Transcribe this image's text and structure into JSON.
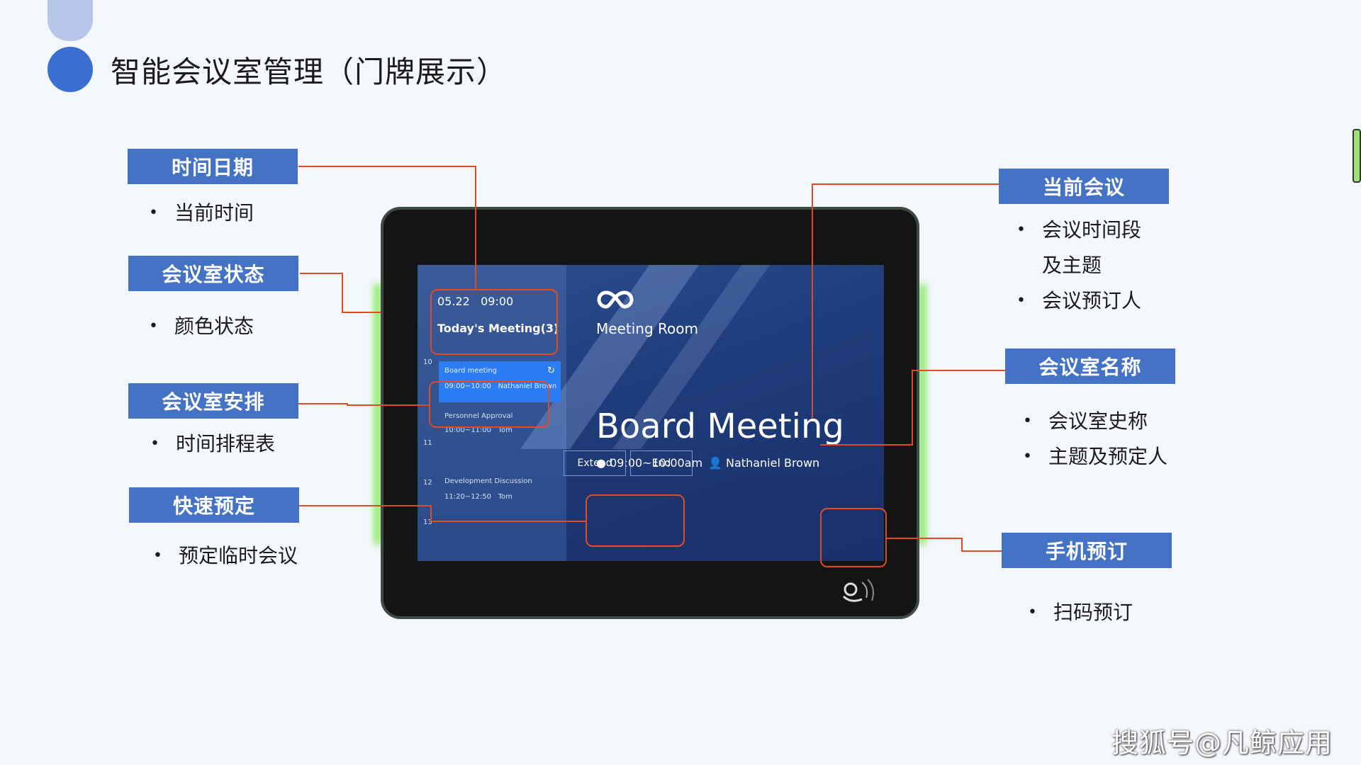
{
  "page": {
    "title": "智能会议室管理（门牌展示）",
    "watermark": "搜狐号@凡鲸应用"
  },
  "left_features": [
    {
      "label": "时间日期",
      "items": [
        "当前时间"
      ]
    },
    {
      "label": "会议室状态",
      "items": [
        "颜色状态"
      ]
    },
    {
      "label": "会议室安排",
      "items": [
        "时间排程表"
      ]
    },
    {
      "label": "快速预定",
      "items": [
        "预定临时会议"
      ]
    }
  ],
  "right_features": [
    {
      "label": "当前会议",
      "items": [
        "会议时间段",
        "及主题",
        "会议预订人"
      ]
    },
    {
      "label": "会议室名称",
      "items": [
        "会议室史称",
        "主题及预定人"
      ]
    },
    {
      "label": "手机预订",
      "items": [
        "扫码预订"
      ]
    }
  ],
  "screen": {
    "date": "05.22",
    "time": "09:00",
    "todays_meeting": "Today's Meeting(3)",
    "room_label": "Meeting Room",
    "schedule": [
      {
        "title": "Board meeting",
        "time": "09:00~10:00",
        "host": "Nathaniel Brown"
      },
      {
        "title": "Personnel Approval",
        "time": "10:00~11:00",
        "host": "Tom"
      },
      {
        "title": "Development Discussion",
        "time": "11:20~12:50",
        "host": "Tom"
      }
    ],
    "hours": [
      "10",
      "11",
      "12",
      "13"
    ],
    "current_meeting": {
      "title": "Board Meeting",
      "time": "09:00~10:00am",
      "host": "Nathaniel Brown"
    },
    "buttons": {
      "extend": "Extend",
      "end": "End"
    }
  },
  "colors": {
    "accent": "#4472c4",
    "connector": "#e14b24",
    "status_glow": "#7dea53",
    "screen_bg": "#1f3c7a"
  },
  "icons": [
    "circle-bullet-icon",
    "logo-infinity-icon",
    "clock-icon",
    "person-icon",
    "refresh-icon",
    "nfc-tap-icon"
  ]
}
